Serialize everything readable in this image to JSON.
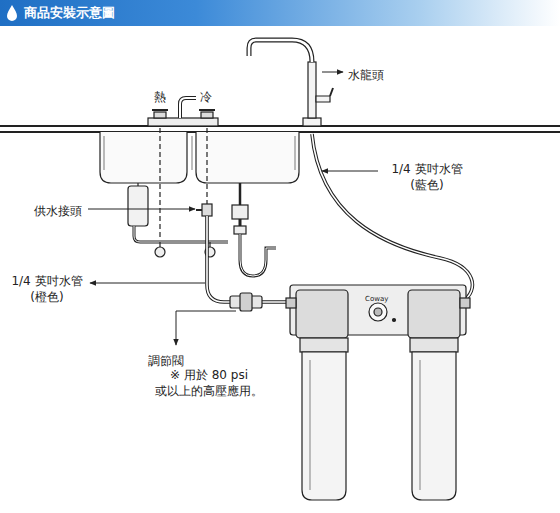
{
  "diagram": {
    "title": "商品安裝示意圖",
    "labels": [
      "熱",
      "冷",
      "水龍頭",
      "1/4 英吋水管 (藍色)",
      "供水接頭",
      "1/4 英吋水管 (橙色)",
      "調節閥",
      "※ 用於 80 psi 或以上的高壓應用。",
      "Coway"
    ]
  }
}
